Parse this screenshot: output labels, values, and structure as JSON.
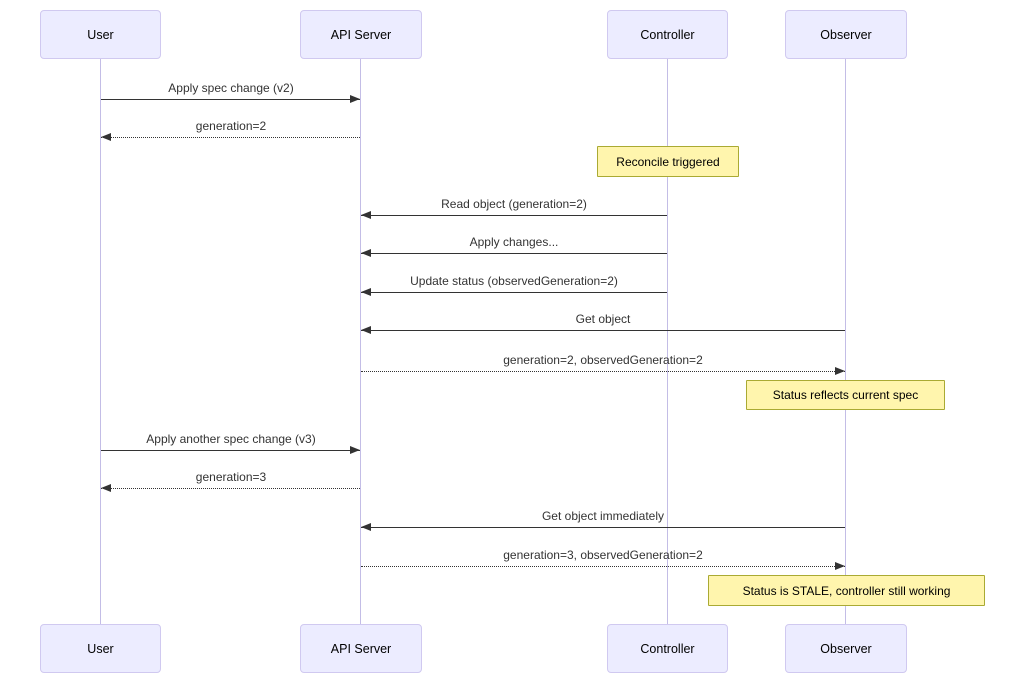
{
  "diagram": {
    "type": "sequence-diagram",
    "actors": [
      {
        "name": "User"
      },
      {
        "name": "API Server"
      },
      {
        "name": "Controller"
      },
      {
        "name": "Observer"
      }
    ],
    "messages": [
      {
        "from": "User",
        "to": "API Server",
        "style": "solid",
        "text": "Apply spec change (v2)"
      },
      {
        "from": "API Server",
        "to": "User",
        "style": "dashed",
        "text": "generation=2"
      },
      {
        "from": "Controller",
        "to": "API Server",
        "style": "solid",
        "text": "Read object (generation=2)"
      },
      {
        "from": "Controller",
        "to": "API Server",
        "style": "solid",
        "text": "Apply changes..."
      },
      {
        "from": "Controller",
        "to": "API Server",
        "style": "solid",
        "text": "Update status (observedGeneration=2)"
      },
      {
        "from": "Observer",
        "to": "API Server",
        "style": "solid",
        "text": "Get object"
      },
      {
        "from": "API Server",
        "to": "Observer",
        "style": "dashed",
        "text": "generation=2, observedGeneration=2"
      },
      {
        "from": "User",
        "to": "API Server",
        "style": "solid",
        "text": "Apply another spec change (v3)"
      },
      {
        "from": "API Server",
        "to": "User",
        "style": "dashed",
        "text": "generation=3"
      },
      {
        "from": "Observer",
        "to": "API Server",
        "style": "solid",
        "text": "Get object immediately"
      },
      {
        "from": "API Server",
        "to": "Observer",
        "style": "dashed",
        "text": "generation=3, observedGeneration=2"
      }
    ],
    "notes": [
      {
        "over": "Controller",
        "text": "Reconcile triggered"
      },
      {
        "over": "Observer",
        "text": "Status reflects current spec"
      },
      {
        "over": "Observer",
        "text": "Status is STALE, controller still working"
      }
    ],
    "colors": {
      "actor_fill": "#ECECFF",
      "actor_border": "#D0C9F0",
      "note_fill": "#FFF5AD",
      "note_border": "#AAAA33",
      "line": "#333333",
      "lifeline": "#C3BDE6",
      "background": "#FFFFFF"
    }
  }
}
